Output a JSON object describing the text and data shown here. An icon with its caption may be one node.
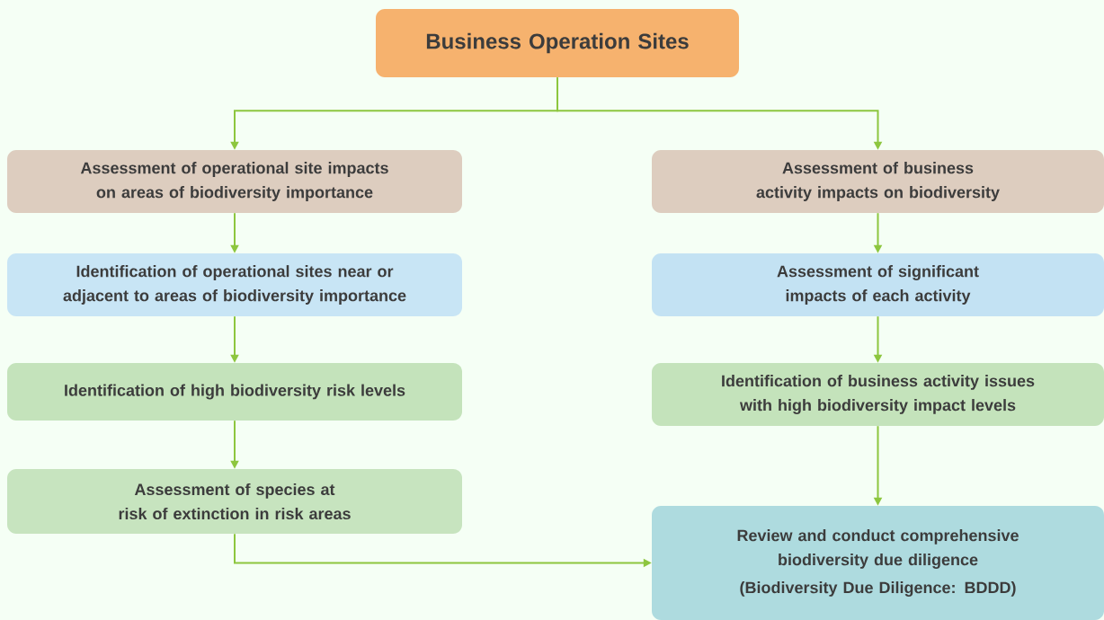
{
  "diagram": {
    "nodes": [
      {
        "text": [
          "Business Operation Sites"
        ]
      },
      {
        "text": [
          "Assessment of operational site impacts on areas of biodiversity importance"
        ]
      },
      {
        "text": [
          "Assessment of business activity impacts on biodiversity"
        ]
      },
      {
        "text": [
          "Identification of operational sites near or adjacent to areas of biodiversity importance"
        ]
      },
      {
        "text": [
          "Assessment of significant impacts of each activity"
        ]
      },
      {
        "text": [
          "Identification of high biodiversity risk levels"
        ]
      },
      {
        "text": [
          "Identification of business activity issues with high biodiversity impact levels"
        ]
      },
      {
        "text": [
          "Assessment of species at risk of extinction in risk areas"
        ]
      },
      {
        "text": [
          "Review and conduct comprehensive biodiversity due diligence",
          "(Biodiversity Due Diligence: BDDD)"
        ]
      }
    ],
    "edges": [
      {
        "from": 0,
        "to": 1,
        "arrow": "to"
      },
      {
        "from": 0,
        "to": 2,
        "arrow": "to"
      },
      {
        "from": 1,
        "to": 3,
        "arrow": "to"
      },
      {
        "from": 3,
        "to": 5,
        "arrow": "to"
      },
      {
        "from": 5,
        "to": 7,
        "arrow": "to"
      },
      {
        "from": 7,
        "to": 8,
        "arrow": "to"
      },
      {
        "from": 2,
        "to": 4,
        "arrow": "to"
      },
      {
        "from": 4,
        "to": 6,
        "arrow": "to"
      },
      {
        "from": 6,
        "to": 8,
        "arrow": "to"
      }
    ]
  }
}
